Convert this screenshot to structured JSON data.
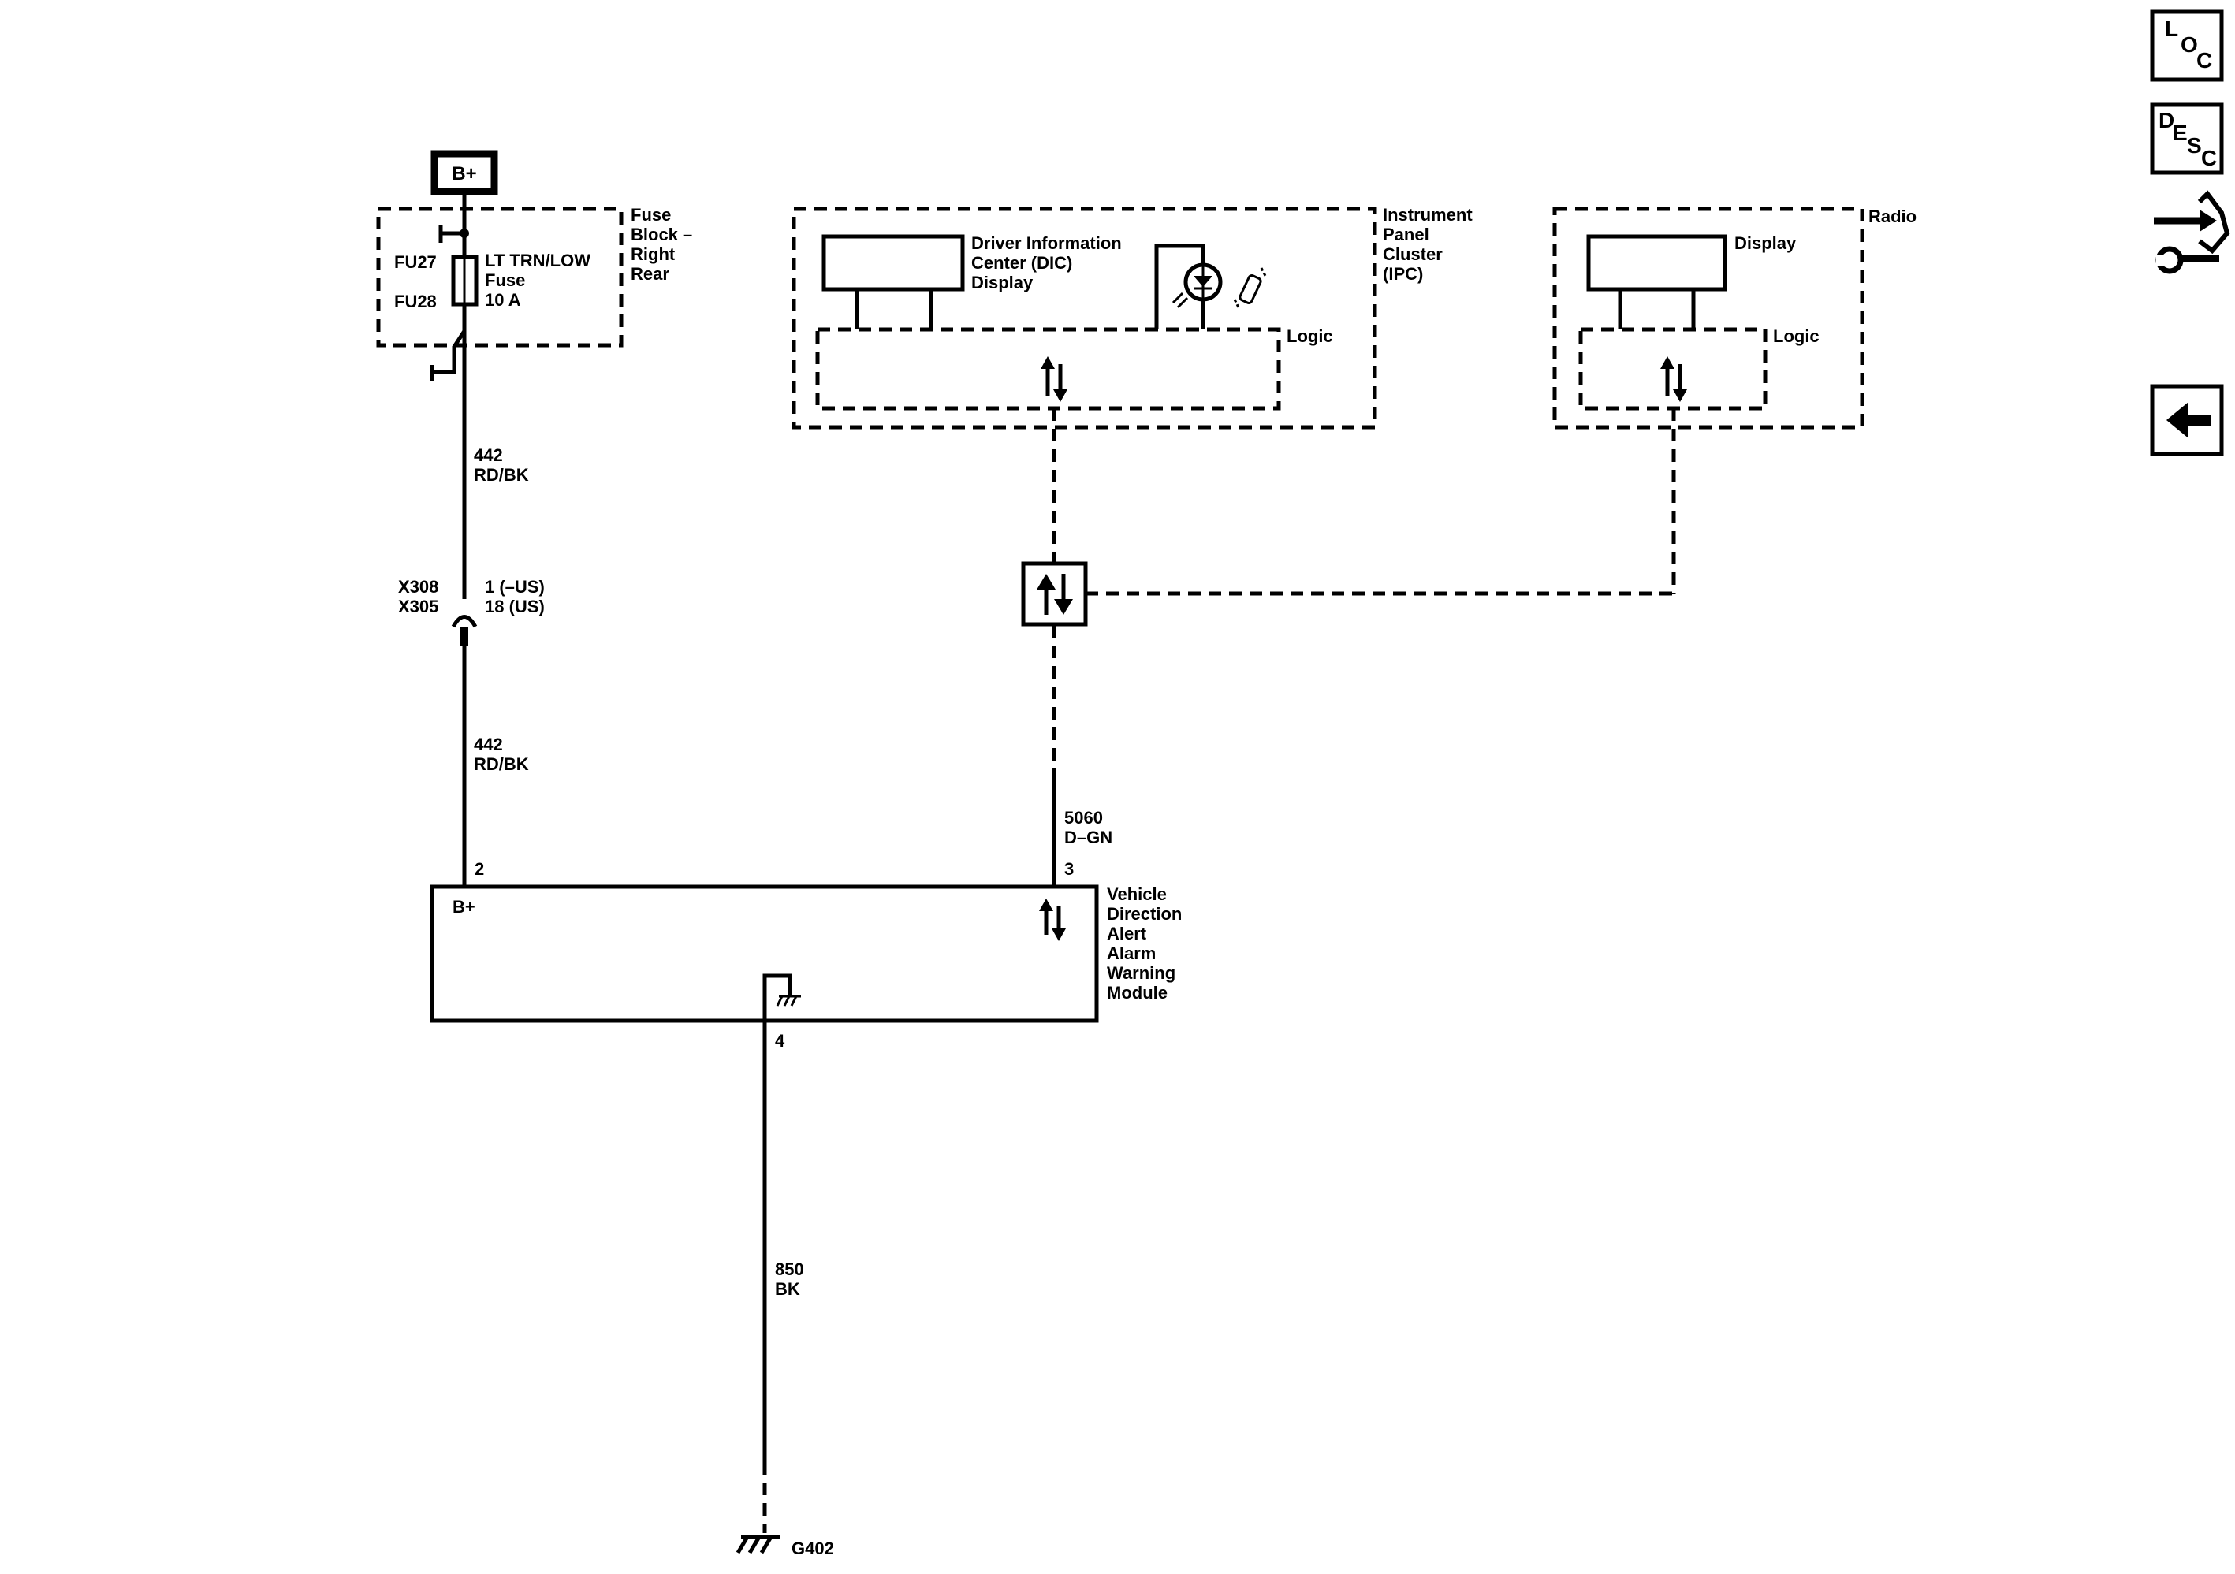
{
  "power": {
    "bplus_label": "B+"
  },
  "fuse_block": {
    "name_lines": [
      "Fuse",
      "Block –",
      "Right",
      "Rear"
    ],
    "fuse_ids": [
      "FU27",
      "FU28"
    ],
    "fuse_name_lines": [
      "LT TRN/LOW",
      "Fuse",
      "10 A"
    ]
  },
  "ipc": {
    "name_lines": [
      "Instrument",
      "Panel",
      "Cluster",
      "(IPC)"
    ],
    "dic_lines": [
      "Driver Information",
      "Center (DIC)",
      "Display"
    ],
    "logic_label": "Logic"
  },
  "radio": {
    "name": "Radio",
    "display_label": "Display",
    "logic_label": "Logic"
  },
  "wires": {
    "w442_upper": [
      "442",
      "RD/BK"
    ],
    "w442_lower": [
      "442",
      "RD/BK"
    ],
    "w5060": [
      "5060",
      "D–GN"
    ],
    "w850": [
      "850",
      "BK"
    ]
  },
  "connector": {
    "ids": [
      "X308",
      "X305"
    ],
    "pins": [
      "1 (–US)",
      "18 (US)"
    ]
  },
  "module": {
    "name_lines": [
      "Vehicle",
      "Direction",
      "Alert",
      "Alarm",
      "Warning",
      "Module"
    ],
    "bplus_label": "B+",
    "pin_bplus": "2",
    "pin_data": "3",
    "pin_ground": "4"
  },
  "ground": {
    "label": "G402"
  },
  "side_nav": {
    "loc_letters": [
      "L",
      "O",
      "C"
    ],
    "desc_letters": [
      "D",
      "E",
      "S",
      "C"
    ]
  },
  "icons": {
    "loc": "location-icon",
    "desc": "description-icon",
    "connector": "connector-wrench-icon",
    "back": "back-arrow-icon"
  }
}
